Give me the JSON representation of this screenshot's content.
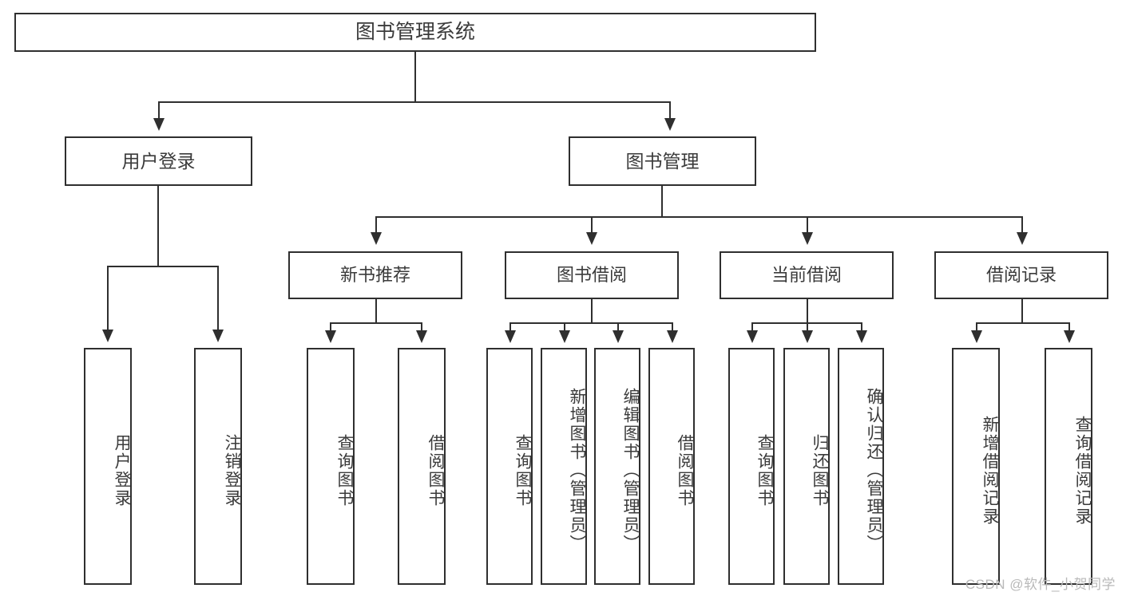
{
  "diagram": {
    "type": "tree",
    "title": "图书管理系统",
    "root": {
      "label": "图书管理系统"
    },
    "level2": [
      {
        "label": "用户登录"
      },
      {
        "label": "图书管理"
      }
    ],
    "level3": [
      {
        "label": "新书推荐"
      },
      {
        "label": "图书借阅"
      },
      {
        "label": "当前借阅"
      },
      {
        "label": "借阅记录"
      }
    ],
    "leaves": {
      "user_login": [
        {
          "label": "用户登录"
        },
        {
          "label": "注销登录"
        }
      ],
      "new_book_recommend": [
        {
          "label": "查询图书"
        },
        {
          "label": "借阅图书"
        }
      ],
      "book_borrow": [
        {
          "label": "查询图书"
        },
        {
          "label": "新增图书（管理员）"
        },
        {
          "label": "编辑图书（管理员）"
        },
        {
          "label": "借阅图书"
        }
      ],
      "current_borrow": [
        {
          "label": "查询图书"
        },
        {
          "label": "归还图书"
        },
        {
          "label": "确认归还（管理员）"
        }
      ],
      "borrow_record": [
        {
          "label": "新增借阅记录"
        },
        {
          "label": "查询借阅记录"
        }
      ]
    }
  },
  "watermark": {
    "text": "CSDN @软件_小贺同学"
  },
  "colors": {
    "border": "#2f2f2f",
    "text": "#3b3b3b",
    "background": "#ffffff",
    "watermark": "#b9b9b9"
  }
}
